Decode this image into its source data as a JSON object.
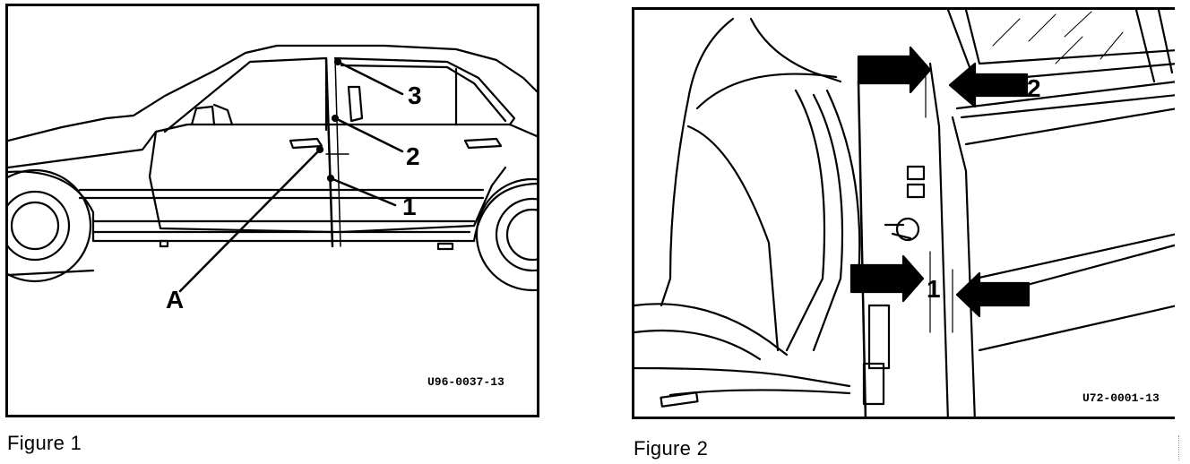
{
  "figures": [
    {
      "caption": "Figure 1",
      "code": "U96-0037-13",
      "callouts": {
        "one": "1",
        "two": "2",
        "three": "3",
        "a": "A"
      }
    },
    {
      "caption": "Figure 2",
      "code": "U72-0001-13",
      "callouts": {
        "one": "1",
        "two": "2"
      }
    }
  ],
  "icons": {
    "figure1": "sedan-side-view-illustration",
    "figure2": "door-pillar-seat-illustration"
  },
  "colors": {
    "ink": "#000000",
    "paper": "#ffffff"
  }
}
